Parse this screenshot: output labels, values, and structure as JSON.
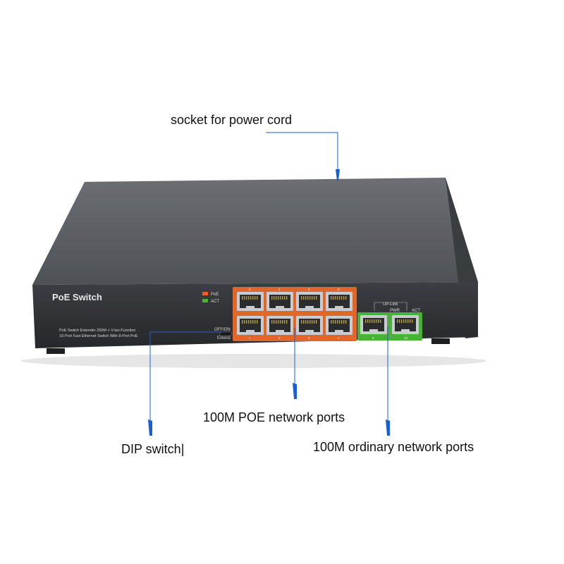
{
  "captions": {
    "power": "socket for power cord",
    "poe_ports": "100M POE network ports",
    "dip": "DIP switch|",
    "ordinary_ports": "100M ordinary network ports"
  },
  "device": {
    "brand": "PoE Switch",
    "line1": "PoE Switch Extender 250M + V-lan Function",
    "line2": "10-Port Fast Ethernet Switch With 8-Port PoE",
    "legend_poe": "PoE",
    "legend_act": "ACT",
    "off_on": "OFF/ON",
    "extend": "Extend",
    "uplink": "UP-Link",
    "pwr": "PWR",
    "act": "ACT",
    "port_nums_top": [
      "2",
      "4",
      "6",
      "8"
    ],
    "port_nums_bottom": [
      "1",
      "3",
      "5",
      "7"
    ],
    "uplink_nums": [
      "9",
      "10"
    ]
  },
  "colors": {
    "accent_line": "#1a5fd0",
    "poe_panel": "#e0662a",
    "uplink_panel": "#4caf3a",
    "body": "#55585c",
    "front": "#2f3236"
  }
}
